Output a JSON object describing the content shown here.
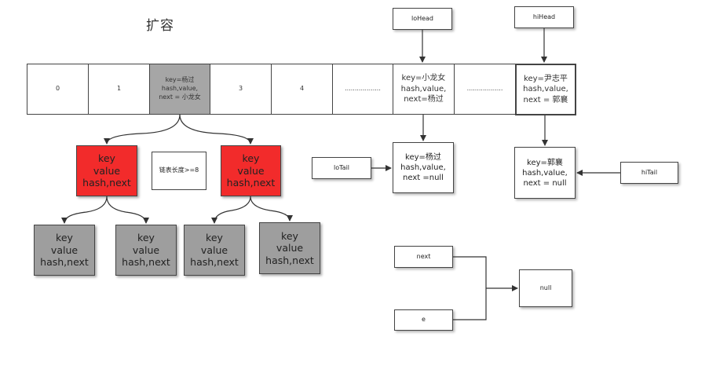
{
  "title": "扩容",
  "table_cells": [
    "0",
    "1",
    "key=杨过\nhash,value,\nnext = 小龙女",
    "3",
    "4",
    "..................",
    "key=小龙女\nhash,value,\nnext=杨过",
    "..................",
    "key=尹志平\nhash,value,\nnext = 郭襄"
  ],
  "tree": {
    "red_left": "key\nvalue\nhash,next",
    "red_right": "key\nvalue\nhash,next",
    "note": "链表长度>=8",
    "leaf_1": "key\nvalue\nhash,next",
    "leaf_2": "key\nvalue\nhash,next",
    "leaf_3": "key\nvalue\nhash,next",
    "leaf_4": "key\nvalue\nhash,next"
  },
  "lo": {
    "head": "loHead",
    "tail": "loTail",
    "tail_node": "key=杨过\nhash,value,\nnext =null"
  },
  "hi": {
    "head": "hiHead",
    "tail": "hiTail",
    "tail_node": "key=郭襄\nhash,value,\nnext = null"
  },
  "bottom": {
    "next": "next",
    "e": "e",
    "null": "null"
  }
}
